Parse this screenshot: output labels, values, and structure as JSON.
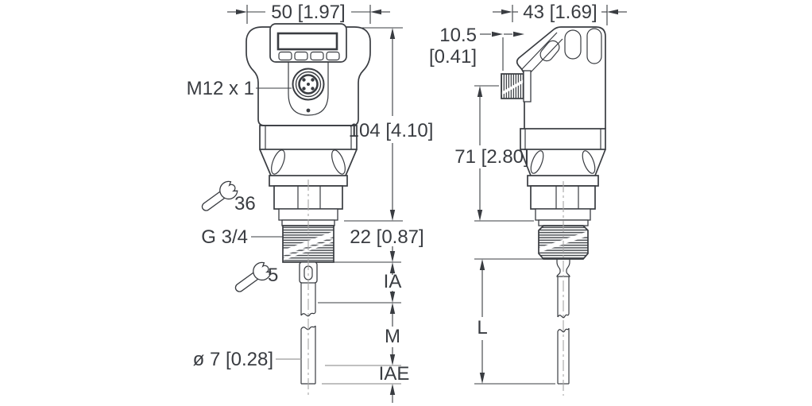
{
  "drawing_type": "technical dimensional drawing, level sensor with probe, front and side views",
  "dimensions": {
    "front_width": "50 [1.97]",
    "side_width": "43 [1.69]",
    "connector_protrusion_line1": "10.5",
    "connector_protrusion_line2": "[0.41]",
    "housing_height": "104 [4.10]",
    "body_height": "71 [2.80]",
    "thread_length": "22 [0.87]",
    "inactive_zone_label": "IA",
    "measuring_zone_label": "M",
    "inactive_zone_end_label": "IAE",
    "probe_length_label": "L",
    "probe_diameter": "ø 7 [0.28]"
  },
  "annotations": {
    "connector_label": "M12 x 1",
    "process_thread_label": "G 3/4",
    "wrench_size_housing": "36",
    "wrench_size_probe": "5"
  },
  "colors": {
    "line": "#393c41",
    "gray_line": "#9b9b9b",
    "background": "#ffffff"
  }
}
